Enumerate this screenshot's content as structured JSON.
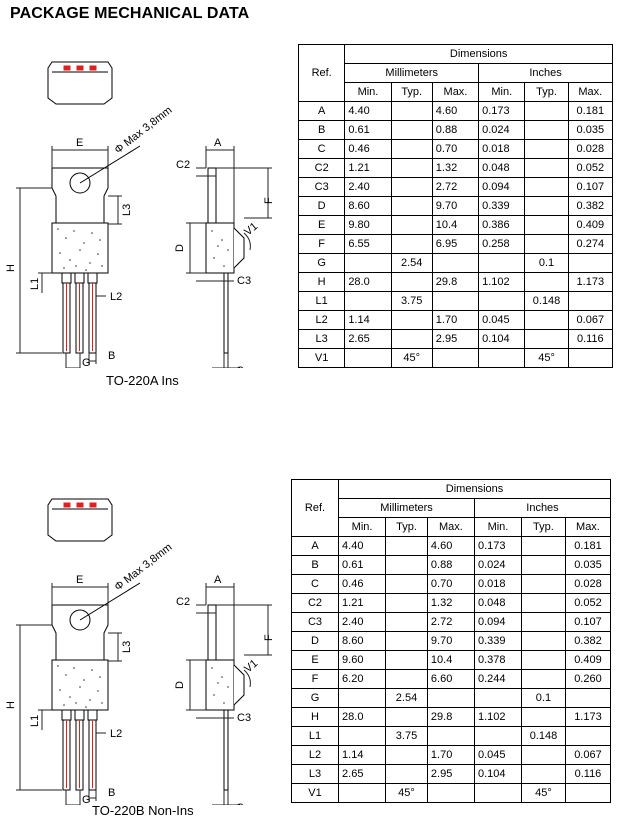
{
  "title": "PACKAGE MECHANICAL DATA",
  "headers": {
    "ref": "Ref.",
    "dimensions": "Dimensions",
    "millimeters": "Millimeters",
    "inches": "Inches",
    "min": "Min.",
    "typ": "Typ.",
    "max": "Max."
  },
  "drawing_labels": {
    "E": "E",
    "A": "A",
    "C2": "C2",
    "F": "F",
    "L3": "L3",
    "D": "D",
    "H": "H",
    "L1": "L1",
    "L2": "L2",
    "C3": "C3",
    "G": "G",
    "B": "B",
    "C": "C",
    "hole": "Φ Max 3,8mm",
    "angle": "V1"
  },
  "packages": [
    {
      "label": "TO-220A Ins",
      "rows": [
        {
          "ref": "A",
          "mm_min": "4.40",
          "mm_typ": "",
          "mm_max": "4.60",
          "in_min": "0.173",
          "in_typ": "",
          "in_max": "0.181"
        },
        {
          "ref": "B",
          "mm_min": "0.61",
          "mm_typ": "",
          "mm_max": "0.88",
          "in_min": "0.024",
          "in_typ": "",
          "in_max": "0.035"
        },
        {
          "ref": "C",
          "mm_min": "0.46",
          "mm_typ": "",
          "mm_max": "0.70",
          "in_min": "0.018",
          "in_typ": "",
          "in_max": "0.028"
        },
        {
          "ref": "C2",
          "mm_min": "1.21",
          "mm_typ": "",
          "mm_max": "1.32",
          "in_min": "0.048",
          "in_typ": "",
          "in_max": "0.052"
        },
        {
          "ref": "C3",
          "mm_min": "2.40",
          "mm_typ": "",
          "mm_max": "2.72",
          "in_min": "0.094",
          "in_typ": "",
          "in_max": "0.107"
        },
        {
          "ref": "D",
          "mm_min": "8.60",
          "mm_typ": "",
          "mm_max": "9.70",
          "in_min": "0.339",
          "in_typ": "",
          "in_max": "0.382"
        },
        {
          "ref": "E",
          "mm_min": "9.80",
          "mm_typ": "",
          "mm_max": "10.4",
          "in_min": "0.386",
          "in_typ": "",
          "in_max": "0.409"
        },
        {
          "ref": "F",
          "mm_min": "6.55",
          "mm_typ": "",
          "mm_max": "6.95",
          "in_min": "0.258",
          "in_typ": "",
          "in_max": "0.274"
        },
        {
          "ref": "G",
          "mm_min": "",
          "mm_typ": "2.54",
          "mm_max": "",
          "in_min": "",
          "in_typ": "0.1",
          "in_max": ""
        },
        {
          "ref": "H",
          "mm_min": "28.0",
          "mm_typ": "",
          "mm_max": "29.8",
          "in_min": "1.102",
          "in_typ": "",
          "in_max": "1.173"
        },
        {
          "ref": "L1",
          "mm_min": "",
          "mm_typ": "3.75",
          "mm_max": "",
          "in_min": "",
          "in_typ": "0.148",
          "in_max": ""
        },
        {
          "ref": "L2",
          "mm_min": "1.14",
          "mm_typ": "",
          "mm_max": "1.70",
          "in_min": "0.045",
          "in_typ": "",
          "in_max": "0.067"
        },
        {
          "ref": "L3",
          "mm_min": "2.65",
          "mm_typ": "",
          "mm_max": "2.95",
          "in_min": "0.104",
          "in_typ": "",
          "in_max": "0.116"
        },
        {
          "ref": "V1",
          "mm_min": "",
          "mm_typ": "45°",
          "mm_max": "",
          "in_min": "",
          "in_typ": "45°",
          "in_max": ""
        }
      ]
    },
    {
      "label": "TO-220B Non-Ins",
      "rows": [
        {
          "ref": "A",
          "mm_min": "4.40",
          "mm_typ": "",
          "mm_max": "4.60",
          "in_min": "0.173",
          "in_typ": "",
          "in_max": "0.181"
        },
        {
          "ref": "B",
          "mm_min": "0.61",
          "mm_typ": "",
          "mm_max": "0.88",
          "in_min": "0.024",
          "in_typ": "",
          "in_max": "0.035"
        },
        {
          "ref": "C",
          "mm_min": "0.46",
          "mm_typ": "",
          "mm_max": "0.70",
          "in_min": "0.018",
          "in_typ": "",
          "in_max": "0.028"
        },
        {
          "ref": "C2",
          "mm_min": "1.21",
          "mm_typ": "",
          "mm_max": "1.32",
          "in_min": "0.048",
          "in_typ": "",
          "in_max": "0.052"
        },
        {
          "ref": "C3",
          "mm_min": "2.40",
          "mm_typ": "",
          "mm_max": "2.72",
          "in_min": "0.094",
          "in_typ": "",
          "in_max": "0.107"
        },
        {
          "ref": "D",
          "mm_min": "8.60",
          "mm_typ": "",
          "mm_max": "9.70",
          "in_min": "0.339",
          "in_typ": "",
          "in_max": "0.382"
        },
        {
          "ref": "E",
          "mm_min": "9.60",
          "mm_typ": "",
          "mm_max": "10.4",
          "in_min": "0.378",
          "in_typ": "",
          "in_max": "0.409"
        },
        {
          "ref": "F",
          "mm_min": "6.20",
          "mm_typ": "",
          "mm_max": "6.60",
          "in_min": "0.244",
          "in_typ": "",
          "in_max": "0.260"
        },
        {
          "ref": "G",
          "mm_min": "",
          "mm_typ": "2.54",
          "mm_max": "",
          "in_min": "",
          "in_typ": "0.1",
          "in_max": ""
        },
        {
          "ref": "H",
          "mm_min": "28.0",
          "mm_typ": "",
          "mm_max": "29.8",
          "in_min": "1.102",
          "in_typ": "",
          "in_max": "1.173"
        },
        {
          "ref": "L1",
          "mm_min": "",
          "mm_typ": "3.75",
          "mm_max": "",
          "in_min": "",
          "in_typ": "0.148",
          "in_max": ""
        },
        {
          "ref": "L2",
          "mm_min": "1.14",
          "mm_typ": "",
          "mm_max": "1.70",
          "in_min": "0.045",
          "in_typ": "",
          "in_max": "0.067"
        },
        {
          "ref": "L3",
          "mm_min": "2.65",
          "mm_typ": "",
          "mm_max": "2.95",
          "in_min": "0.104",
          "in_typ": "",
          "in_max": "0.116"
        },
        {
          "ref": "V1",
          "mm_min": "",
          "mm_typ": "45°",
          "mm_max": "",
          "in_min": "",
          "in_typ": "45°",
          "in_max": ""
        }
      ]
    }
  ]
}
